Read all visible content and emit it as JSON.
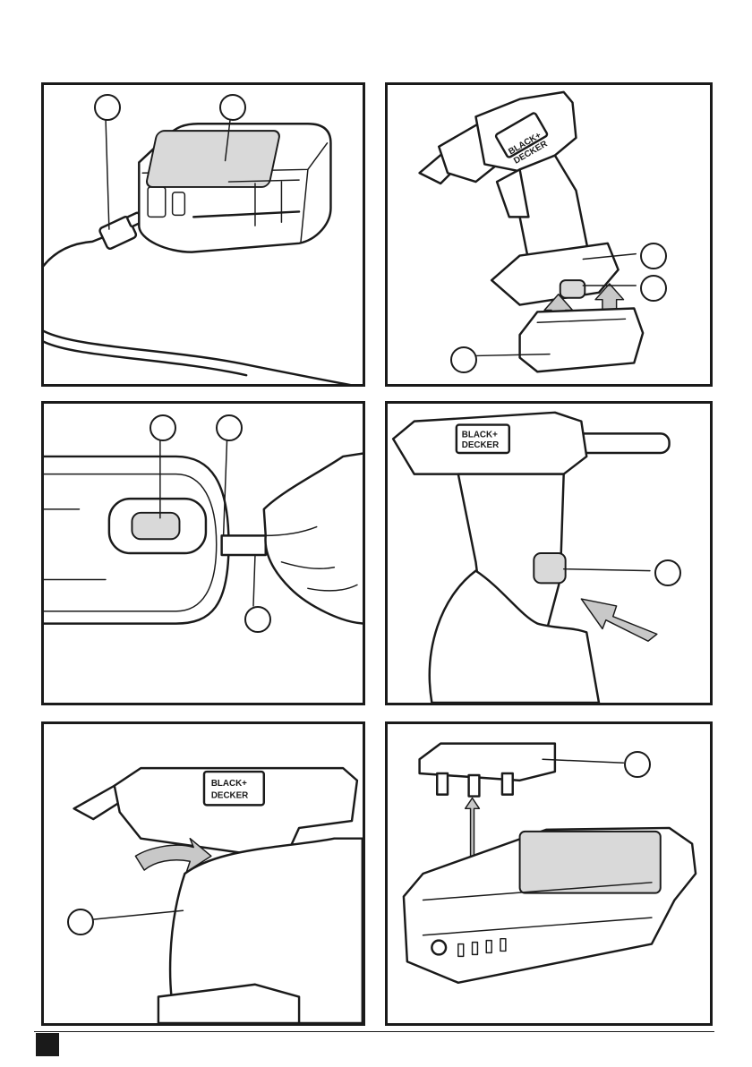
{
  "brand": {
    "logo_line1": "BLACK+",
    "logo_line2": "DECKER"
  },
  "panels": [
    {
      "id": "a",
      "subject": "battery-pack-charging-with-micro-usb-cable"
    },
    {
      "id": "b",
      "subject": "glue-gun-attaching-to-battery-pack"
    },
    {
      "id": "c",
      "subject": "removing-battery-lock-tab"
    },
    {
      "id": "d",
      "subject": "pressing-power-button"
    },
    {
      "id": "e",
      "subject": "pulling-trigger"
    },
    {
      "id": "f",
      "subject": "battery-pack-cover-removal"
    }
  ],
  "colors": {
    "line": "#1a1a1a",
    "arrow_fill": "#c8c8c8",
    "background": "#ffffff"
  }
}
